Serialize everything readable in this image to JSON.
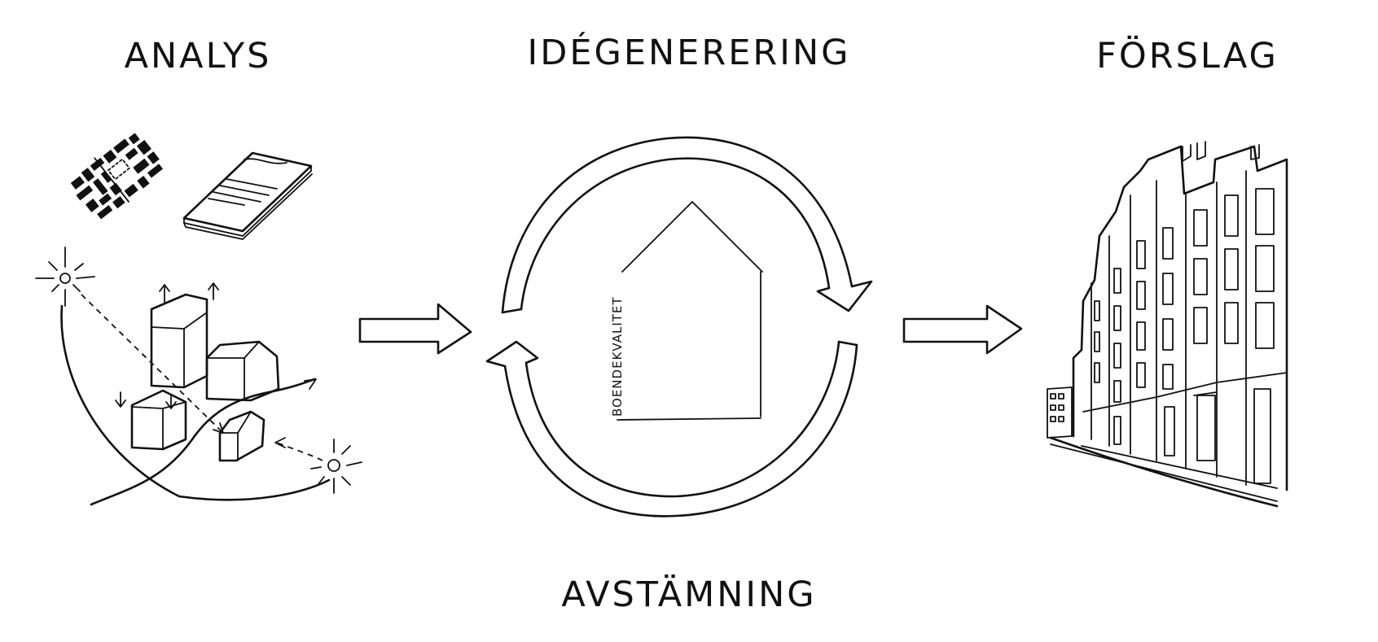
{
  "steps": {
    "analys": "ANALYS",
    "idegenerering": "IDÉGENERERING",
    "forslag": "FÖRSLAG",
    "avstamning": "AVSTÄMNING"
  },
  "house_axis_label": "BOENDEKVALITET",
  "icons": {
    "analysis": [
      "city-map-icon",
      "documents-icon",
      "sun-study-sketch"
    ],
    "cycle": [
      "cycle-arrow-top",
      "cycle-arrow-bottom",
      "house-outline"
    ],
    "proposal": [
      "street-perspective-sketch"
    ]
  },
  "colors": {
    "ink": "#111111",
    "background": "#ffffff"
  }
}
